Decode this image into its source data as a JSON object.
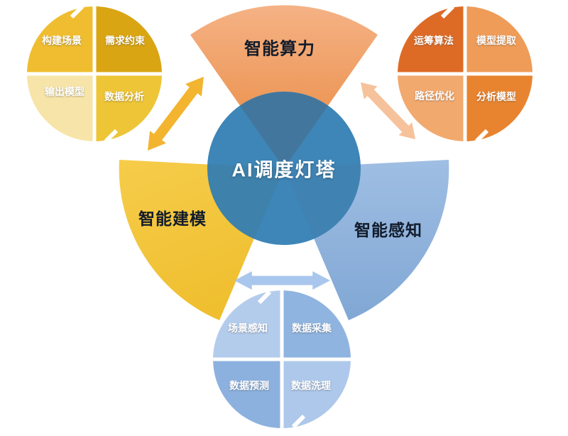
{
  "center": {
    "title": "AI调度灯塔",
    "color": "#3E86B8"
  },
  "fans": [
    {
      "position": "top",
      "label": "智能算力",
      "color_from": "#F5B285",
      "color_to": "#E8873C"
    },
    {
      "position": "left",
      "label": "智能建模",
      "color_from": "#F6CC4A",
      "color_to": "#EFBF2F"
    },
    {
      "position": "right",
      "label": "智能感知",
      "color_from": "#9FBEE3",
      "color_to": "#80A7D4"
    }
  ],
  "pies": [
    {
      "position": "top-left",
      "quadrants": [
        {
          "label": "构建场景",
          "color": "#EFBD2F"
        },
        {
          "label": "需求约束",
          "color": "#D9A513"
        },
        {
          "label": "输出模型",
          "color": "#F7E4A8"
        },
        {
          "label": "数据分析",
          "color": "#EEC537"
        }
      ]
    },
    {
      "position": "top-right",
      "quadrants": [
        {
          "label": "运筹算法",
          "color": "#DD6B26"
        },
        {
          "label": "模型提取",
          "color": "#EE9C58"
        },
        {
          "label": "路径优化",
          "color": "#F2A96E"
        },
        {
          "label": "分析模型",
          "color": "#E8842F"
        }
      ]
    },
    {
      "position": "bottom",
      "quadrants": [
        {
          "label": "场景感知",
          "color": "#B4CCEC"
        },
        {
          "label": "数据采集",
          "color": "#8FB4E0"
        },
        {
          "label": "数据预测",
          "color": "#8CB1DF"
        },
        {
          "label": "数据洗理",
          "color": "#ADC8EA"
        }
      ]
    }
  ],
  "arrows": [
    {
      "position": "upper-left",
      "color": "#F3B42F"
    },
    {
      "position": "upper-right",
      "color": "#F6C29B"
    },
    {
      "position": "bottom",
      "color": "#A9C7EC"
    }
  ]
}
